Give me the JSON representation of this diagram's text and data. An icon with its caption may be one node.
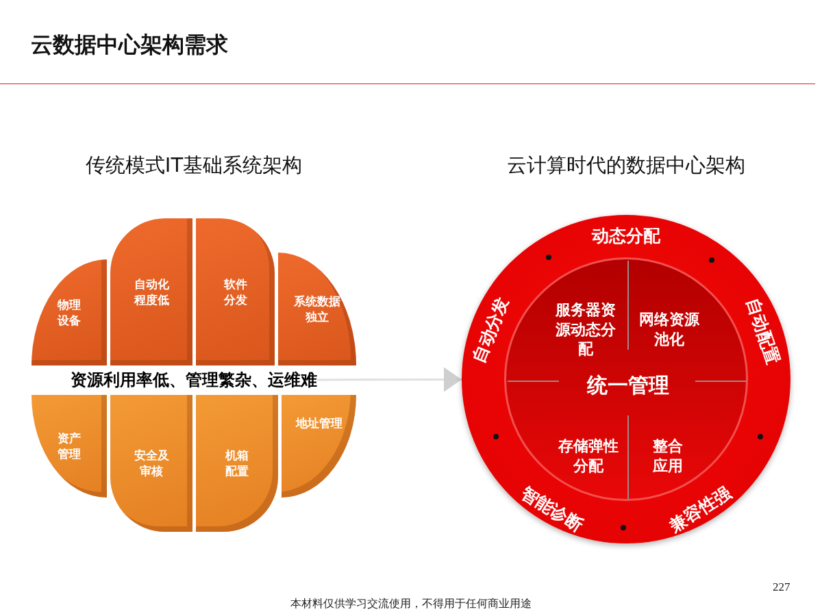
{
  "diagram": {
    "title": "云数据中心架构需求",
    "nodes": [
      {
        "text": [
          "物理设备"
        ]
      },
      {
        "text": [
          "自动化程度低"
        ]
      },
      {
        "text": [
          "软件分发"
        ]
      },
      {
        "text": [
          "系统数据独立"
        ]
      },
      {
        "text": [
          "资源利用率低、管理繁杂、运维难"
        ]
      },
      {
        "text": [
          "资产管理"
        ]
      },
      {
        "text": [
          "安全及审核"
        ]
      },
      {
        "text": [
          "机箱配置"
        ]
      },
      {
        "text": [
          "地址管理"
        ]
      },
      {
        "text": [
          "动态分配",
          "自动配置",
          "兼容性强",
          "智能诊断",
          "自动分发"
        ]
      },
      {
        "text": [
          "服务器资源动态分配",
          "网络资源池化",
          "统一管理",
          "存储弹性分配",
          "整合应用"
        ],
        "in": 9
      }
    ],
    "edges": [
      {
        "from": 4,
        "to": 9,
        "arrow": "to"
      }
    ],
    "labels": [
      "传统模式IT基础系统架构",
      "云计算时代的数据中心架构",
      "227",
      "本材料仅供学习交流使用，不得用于任何商业用途"
    ]
  }
}
